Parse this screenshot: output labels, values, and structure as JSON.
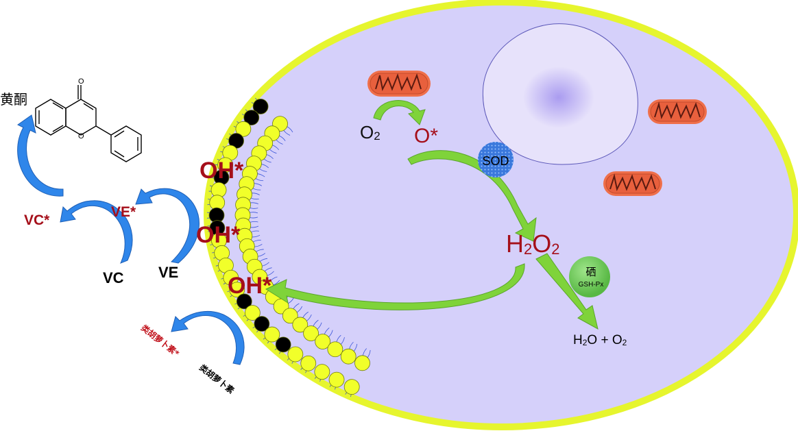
{
  "labels": {
    "flavone": "黄酮",
    "oh_radical_1": "OH*",
    "oh_radical_2": "OH*",
    "oh_radical_3": "OH*",
    "vc_radical": "VC*",
    "ve_radical": "VE*",
    "vc": "VC",
    "ve": "VE",
    "carotenoid_radical": "类胡萝卜素*",
    "carotenoid": "类胡萝卜素",
    "o2_main": "O",
    "o2_sub": "2",
    "superoxide": "O*",
    "sod": "SOD",
    "h2o2_h": "H",
    "h2o2_sub1": "2",
    "h2o2_o": "O",
    "h2o2_sub2": "2",
    "selenium": "硒",
    "gsh_px": "GSH-Px",
    "products_h": "H",
    "products_sub1": "2",
    "products_mid": "O + O",
    "products_sub2": "2"
  },
  "colors": {
    "cell_fill": "#d5d0fa",
    "membrane": "#e6f52e",
    "nucleus": "#e7e2fb",
    "nucleolus": "#b3a7ee",
    "mitochondria": "#ef6f4a",
    "sod": "#3f7fe0",
    "selenium": "#6fc956",
    "green_arrow": "#7fd33a",
    "blue_arrow": "#2f86ea",
    "radical_text": "#a50f1a"
  },
  "icons": {
    "mitochondria": "mitochondrion-icon",
    "flavone_structure": "flavone-molecule-icon",
    "lipid_bilayer": "phospholipid-bilayer-icon"
  }
}
